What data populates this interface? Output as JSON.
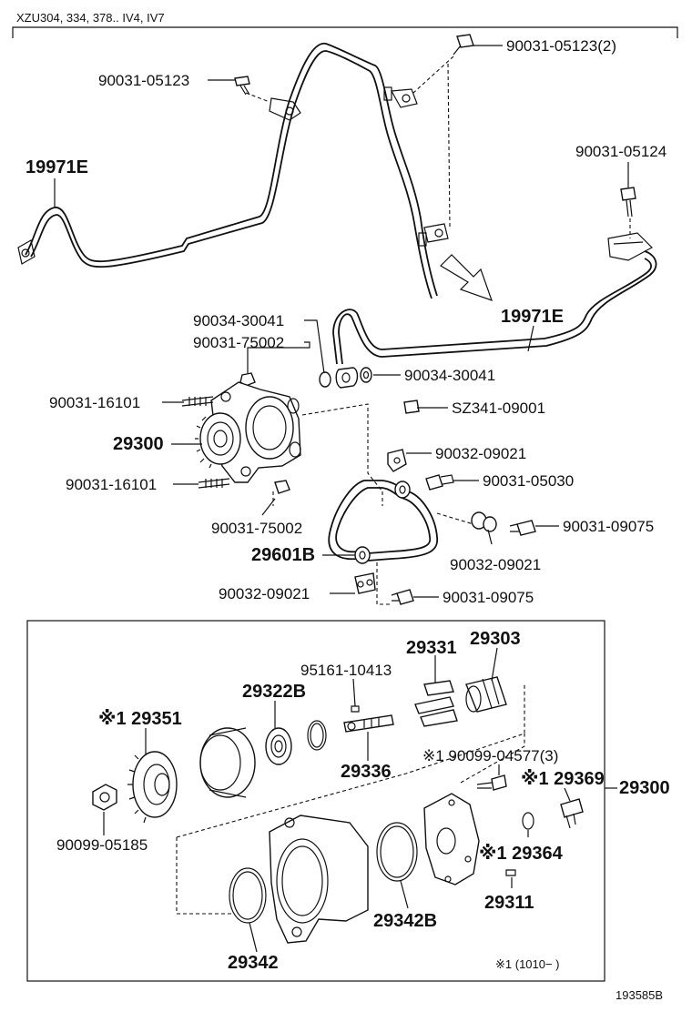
{
  "header": {
    "model_text": "XZU304, 334, 378.. IV4, IV7"
  },
  "figure_id": "193585B",
  "legend_note": "※1 (1010−      )",
  "callouts": [
    {
      "id": "c01",
      "text": "90031-05123(2)"
    },
    {
      "id": "c02",
      "text": "90031-05123"
    },
    {
      "id": "c03",
      "text": "19971E"
    },
    {
      "id": "c04",
      "text": "90031-05124"
    },
    {
      "id": "c05",
      "text": "19971E"
    },
    {
      "id": "c06",
      "text": "90034-30041"
    },
    {
      "id": "c07",
      "text": "90031-75002"
    },
    {
      "id": "c08",
      "text": "90034-30041"
    },
    {
      "id": "c09",
      "text": "90031-16101"
    },
    {
      "id": "c10",
      "text": "SZ341-09001"
    },
    {
      "id": "c11",
      "text": "29300"
    },
    {
      "id": "c12",
      "text": "90032-09021"
    },
    {
      "id": "c13",
      "text": "90031-16101"
    },
    {
      "id": "c14",
      "text": "90031-05030"
    },
    {
      "id": "c15",
      "text": "90031-75002"
    },
    {
      "id": "c16",
      "text": "90031-09075"
    },
    {
      "id": "c17",
      "text": "29601B"
    },
    {
      "id": "c18",
      "text": "90032-09021"
    },
    {
      "id": "c19",
      "text": "90032-09021"
    },
    {
      "id": "c20",
      "text": "90031-09075"
    },
    {
      "id": "c21",
      "text": "29331"
    },
    {
      "id": "c22",
      "text": "29303"
    },
    {
      "id": "c23",
      "text": "95161-10413"
    },
    {
      "id": "c24",
      "text": "29322B"
    },
    {
      "id": "c25",
      "text": "※1 29351"
    },
    {
      "id": "c26",
      "text": "29336"
    },
    {
      "id": "c27",
      "text": "※1 90099-04577(3)"
    },
    {
      "id": "c28",
      "text": "※1 29369"
    },
    {
      "id": "c29",
      "text": "29300"
    },
    {
      "id": "c30",
      "text": "90099-05185"
    },
    {
      "id": "c31",
      "text": "※1 29364"
    },
    {
      "id": "c32",
      "text": "29311"
    },
    {
      "id": "c33",
      "text": "29342B"
    },
    {
      "id": "c34",
      "text": "29342"
    }
  ]
}
